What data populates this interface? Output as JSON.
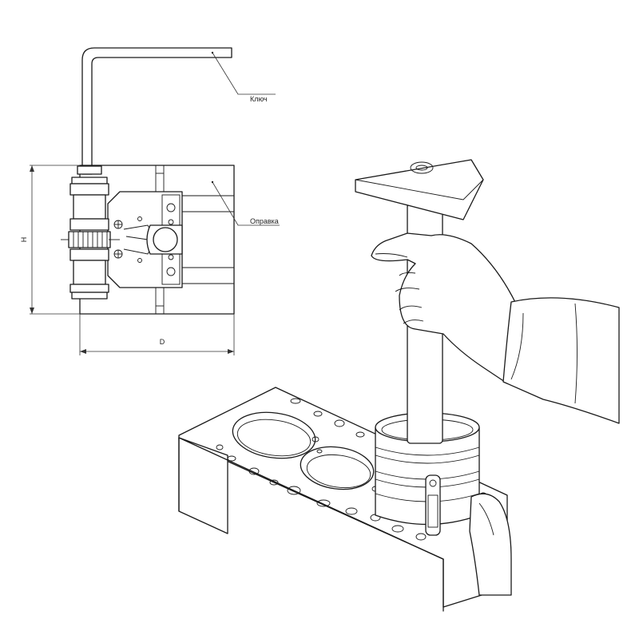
{
  "labels": {
    "key": "Ключ",
    "mandrel": "Оправка"
  },
  "dimensions": {
    "height": "H",
    "diameter": "D"
  }
}
